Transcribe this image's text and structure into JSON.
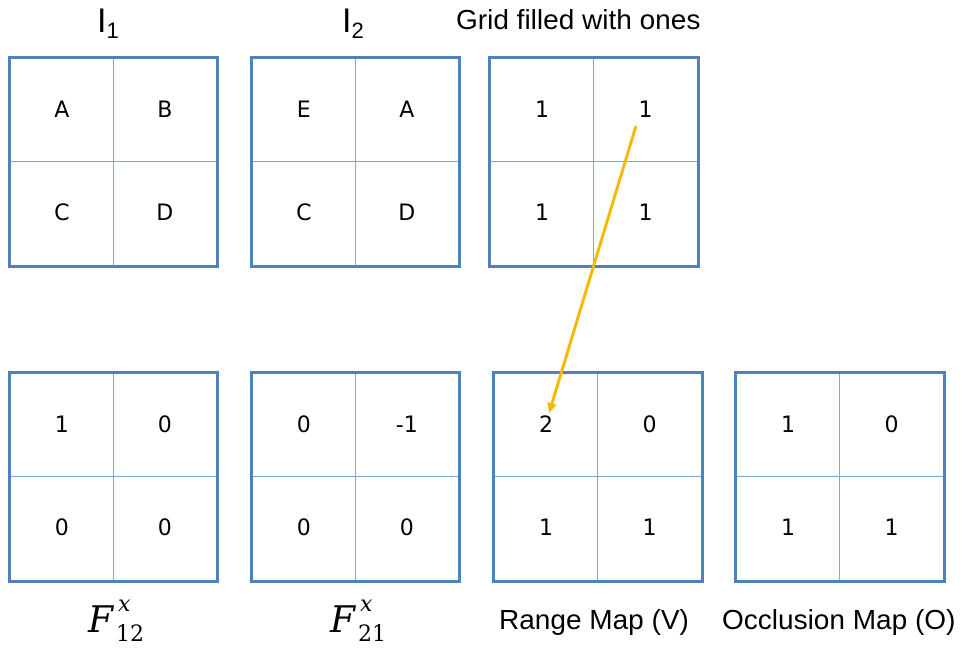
{
  "top_row": {
    "i1": {
      "base": "I",
      "sub": "1",
      "cells": [
        "A",
        "B",
        "C",
        "D"
      ]
    },
    "i2": {
      "base": "I",
      "sub": "2",
      "cells": [
        "E",
        "A",
        "C",
        "D"
      ]
    },
    "ones": {
      "title": "Grid filled with ones",
      "cells": [
        "1",
        "1",
        "1",
        "1"
      ]
    }
  },
  "bottom_row": {
    "f12": {
      "base": "F",
      "sup": "x",
      "sub": "12",
      "cells": [
        "1",
        "0",
        "0",
        "0"
      ]
    },
    "f21": {
      "base": "F",
      "sup": "x",
      "sub": "21",
      "cells": [
        "0",
        "-1",
        "0",
        "0"
      ]
    },
    "range": {
      "title": "Range Map (V)",
      "cells": [
        "2",
        "0",
        "1",
        "1"
      ]
    },
    "occlusion": {
      "title": "Occlusion Map (O)",
      "cells": [
        "1",
        "0",
        "1",
        "1"
      ]
    }
  },
  "colors": {
    "grid_border": "#4f81bd",
    "arrow": "#f5b800"
  }
}
